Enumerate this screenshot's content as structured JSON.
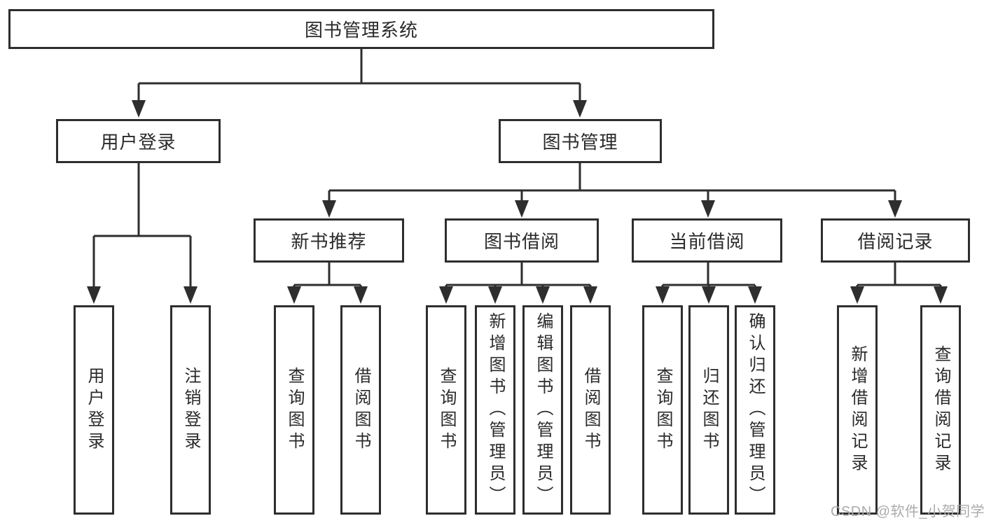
{
  "diagram_type": "hierarchy-tree",
  "tree": {
    "label": "图书管理系统",
    "children": [
      {
        "label": "用户登录",
        "children": [
          {
            "label": "用户登录"
          },
          {
            "label": "注销登录"
          }
        ]
      },
      {
        "label": "图书管理",
        "children": [
          {
            "label": "新书推荐",
            "children": [
              {
                "label": "查询图书"
              },
              {
                "label": "借阅图书"
              }
            ]
          },
          {
            "label": "图书借阅",
            "children": [
              {
                "label": "查询图书"
              },
              {
                "label": "新增图书（管理员）"
              },
              {
                "label": "编辑图书（管理员）"
              },
              {
                "label": "借阅图书"
              }
            ]
          },
          {
            "label": "当前借阅",
            "children": [
              {
                "label": "查询图书"
              },
              {
                "label": "归还图书"
              },
              {
                "label": "确认归还（管理员）"
              }
            ]
          },
          {
            "label": "借阅记录",
            "children": [
              {
                "label": "新增借阅记录"
              },
              {
                "label": "查询借阅记录"
              }
            ]
          }
        ]
      }
    ]
  },
  "watermark": "CSDN @软件_小贺同学",
  "colors": {
    "line": "#2e2e2e",
    "text": "#2a2a2a",
    "watermark": "#ababab",
    "background": "#ffffff"
  }
}
